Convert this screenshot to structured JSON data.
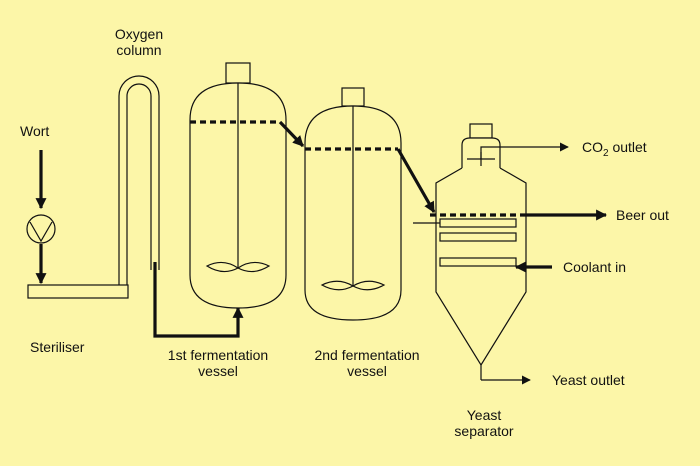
{
  "labels": {
    "wort": "Wort",
    "oxygen_line1": "Oxygen",
    "oxygen_line2": "column",
    "steriliser": "Steriliser",
    "vessel1_line1": "1st fermentation",
    "vessel1_line2": "vessel",
    "vessel2_line1": "2nd fermentation",
    "vessel2_line2": "vessel",
    "co2_prefix": "CO",
    "co2_sub": "2",
    "co2_suffix": " outlet",
    "beer_out": "Beer out",
    "coolant_in": "Coolant in",
    "yeast_outlet": "Yeast outlet",
    "separator_line1": "Yeast",
    "separator_line2": "separator"
  },
  "colors": {
    "background": "#fcf6a8",
    "line": "#111111"
  }
}
